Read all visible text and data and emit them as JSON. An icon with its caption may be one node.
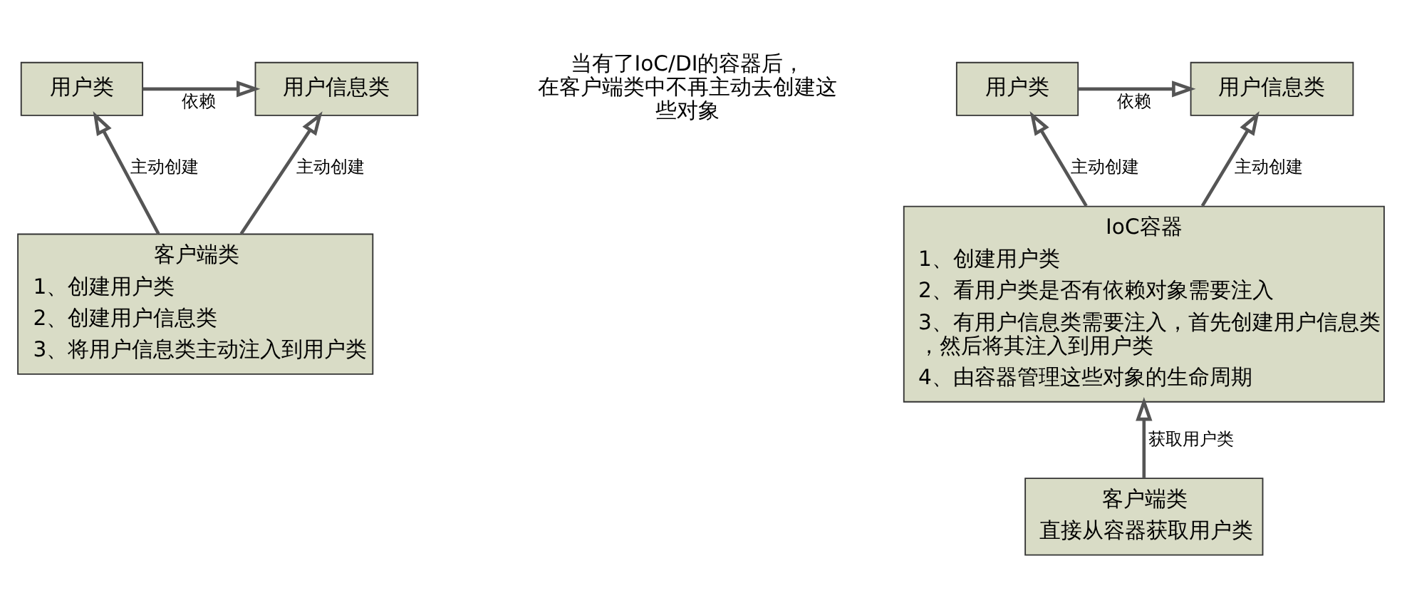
{
  "diagram": {
    "nodes": [
      {
        "text": [
          "用户类"
        ]
      },
      {
        "text": [
          "用户信息类"
        ]
      },
      {
        "text": [
          "客户端类",
          "1、创建用户类",
          "2、创建用户信息类",
          "3、将用户信息类主动注入到用户类"
        ]
      },
      {
        "text": [
          "用户类"
        ]
      },
      {
        "text": [
          "用户信息类"
        ]
      },
      {
        "text": [
          "IoC容器",
          "1、创建用户类",
          "2、看用户类是否有依赖对象需要注入",
          "3、有用户信息类需要注入，首先创建用户信息类，然后将其注入到用户类",
          "4、由容器管理这些对象的生命周期"
        ]
      },
      {
        "text": [
          "客户端类",
          "直接从容器获取用户类"
        ]
      }
    ],
    "edges": [
      {
        "from": 0,
        "to": 1,
        "arrow": "to",
        "label": "依赖"
      },
      {
        "from": 2,
        "to": 0,
        "arrow": "to",
        "label": "主动创建"
      },
      {
        "from": 2,
        "to": 1,
        "arrow": "to",
        "label": "主动创建"
      },
      {
        "from": 3,
        "to": 4,
        "arrow": "to",
        "label": "依赖"
      },
      {
        "from": 5,
        "to": 3,
        "arrow": "to",
        "label": "主动创建"
      },
      {
        "from": 5,
        "to": 4,
        "arrow": "to",
        "label": "主动创建"
      },
      {
        "from": 6,
        "to": 5,
        "arrow": "to",
        "label": "获取用户类"
      }
    ],
    "labels": [
      "当有了IoC/DI的容器后，在客户端类中不再主动去创建这些对象"
    ]
  }
}
